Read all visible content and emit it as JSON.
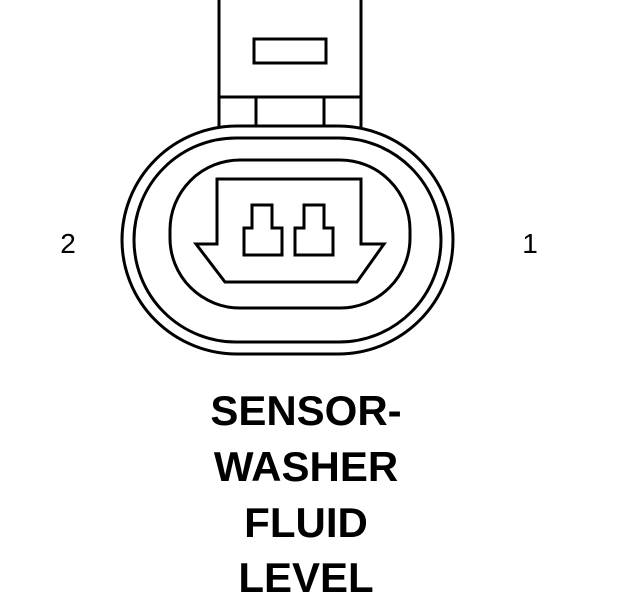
{
  "pins": {
    "left": "2",
    "right": "1"
  },
  "title": {
    "lines": [
      "SENSOR-",
      "WASHER",
      "FLUID",
      "LEVEL"
    ]
  },
  "colors": {
    "stroke": "#000000",
    "background": "#ffffff"
  }
}
